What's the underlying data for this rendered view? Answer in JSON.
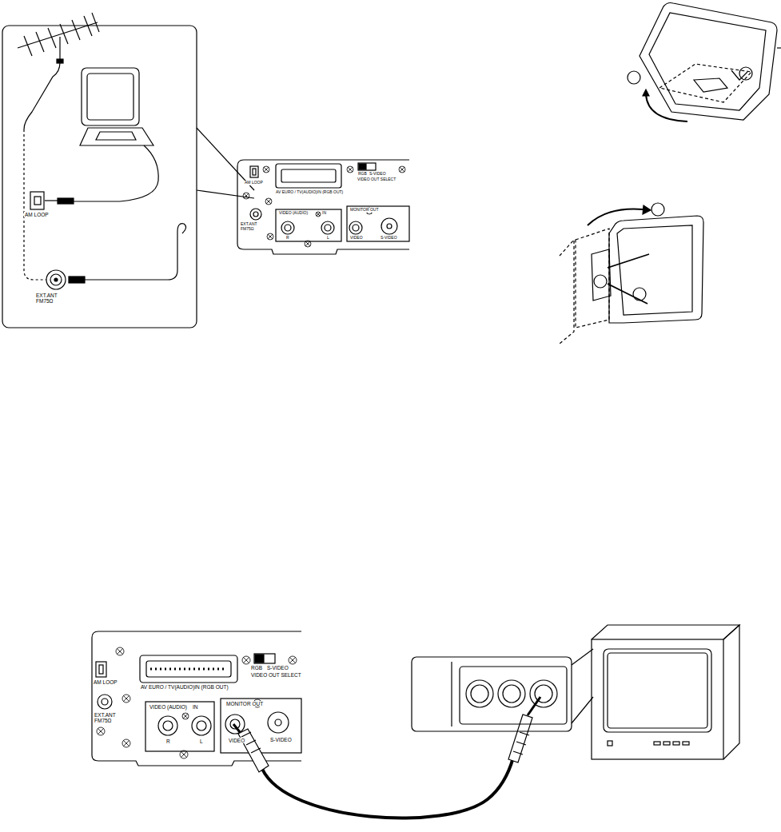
{
  "diagram": {
    "labels": [
      "AM LOOP",
      "EXT.ANT FM75Ω",
      "AM LOOP",
      "AV EURO / TV(AUDIO)IN (RGB OUT)",
      "RGB",
      "S-VIDEO",
      "VIDEO OUT SELECT",
      "VIDEO (AUDIO)",
      "IN",
      "MONITOR OUT",
      "R",
      "L",
      "VIDEO",
      "S-VIDEO",
      "EXT.ANT FM75Ω",
      "AM LOOP",
      "AV EURO / TV(AUDIO)IN (RGB OUT)",
      "RGB",
      "S-VIDEO",
      "VIDEO OUT SELECT",
      "VIDEO (AUDIO)",
      "IN",
      "MONITOR OUT",
      "R",
      "L",
      "VIDEO",
      "S-VIDEO",
      "EXT.ANT FM75Ω"
    ]
  }
}
